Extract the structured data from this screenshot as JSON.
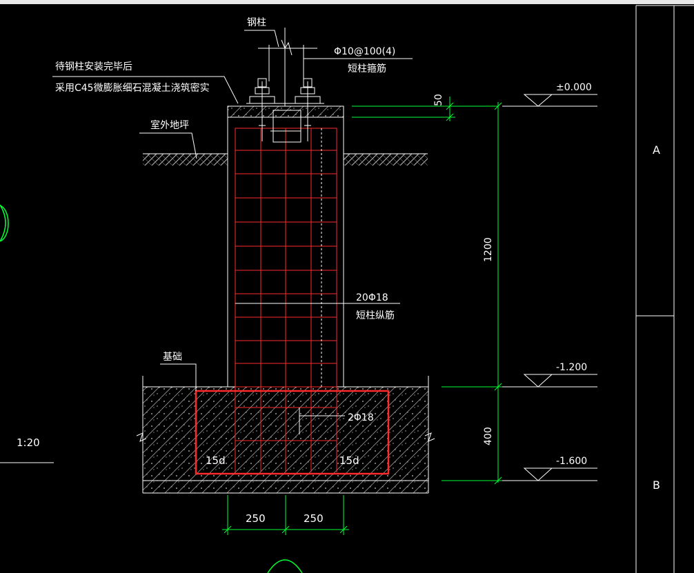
{
  "labels": {
    "steel_column": "钢柱",
    "note_line1": "待钢柱安装完毕后",
    "note_line2": "采用C45微膨胀细石混凝土浇筑密实",
    "outdoor_ground": "室外地坪",
    "foundation": "基础",
    "stirrup_spec": "Φ10@100(4)",
    "stirrup_name": "短柱箍筋",
    "long_bar_spec": "20Φ18",
    "long_bar_name": "短柱纵筋",
    "bottom_bar_spec": "2Φ18",
    "anchor_left": "15d",
    "anchor_right": "15d",
    "scale": "1:20",
    "grid_a": "A",
    "grid_b": "B"
  },
  "dimensions": {
    "top_gap": "50",
    "column_height": "1200",
    "footing_height": "400",
    "left_half_width": "250",
    "right_half_width": "250"
  },
  "elevations": {
    "top": "±0.000",
    "mid": "-1.200",
    "bottom": "-1.600"
  },
  "colors": {
    "background": "#000000",
    "line": "#ffffff",
    "rebar": "#ff2a2a",
    "dimension": "#00ff33",
    "hatch": "#cfcfcf"
  }
}
